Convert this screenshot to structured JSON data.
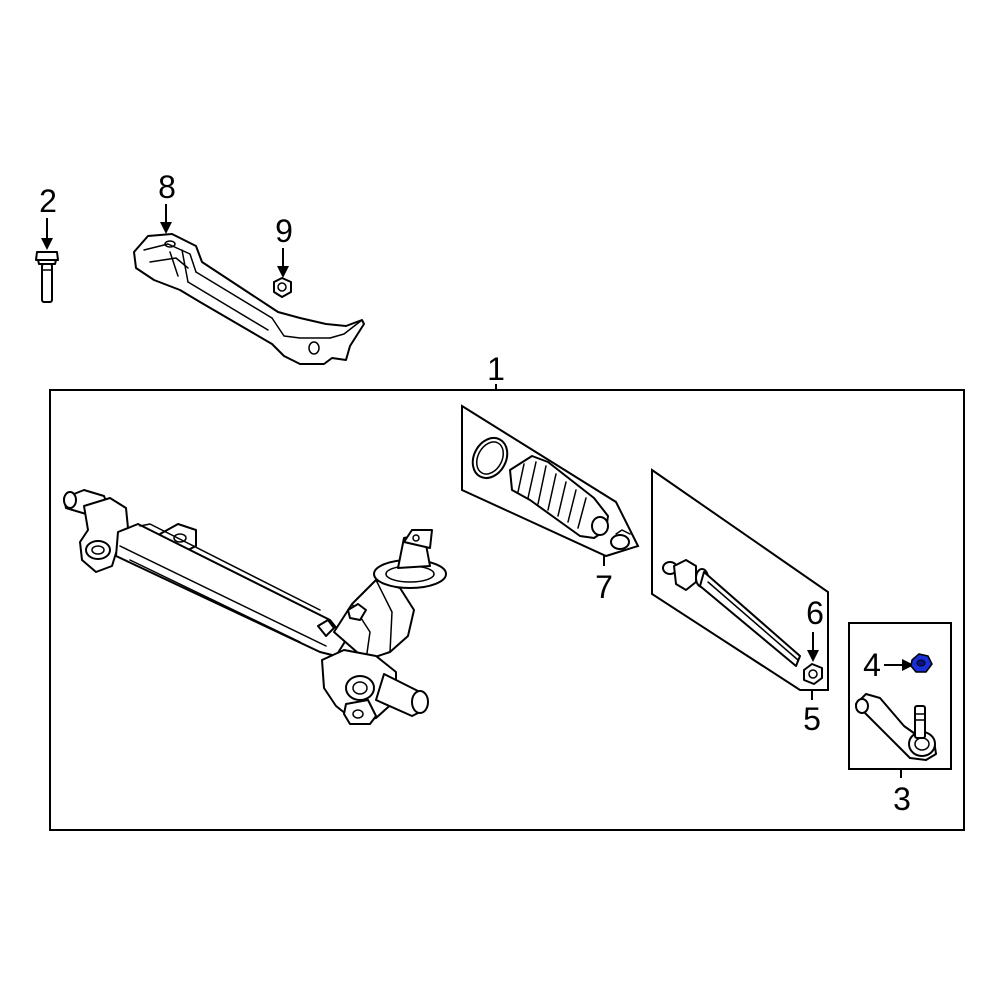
{
  "callouts": {
    "c1": "1",
    "c2": "2",
    "c3": "3",
    "c4": "4",
    "c5": "5",
    "c6": "6",
    "c7": "7",
    "c8": "8",
    "c9": "9"
  },
  "colors": {
    "line": "#000000",
    "background": "#ffffff",
    "nut_highlight": "#1a2fd6"
  }
}
